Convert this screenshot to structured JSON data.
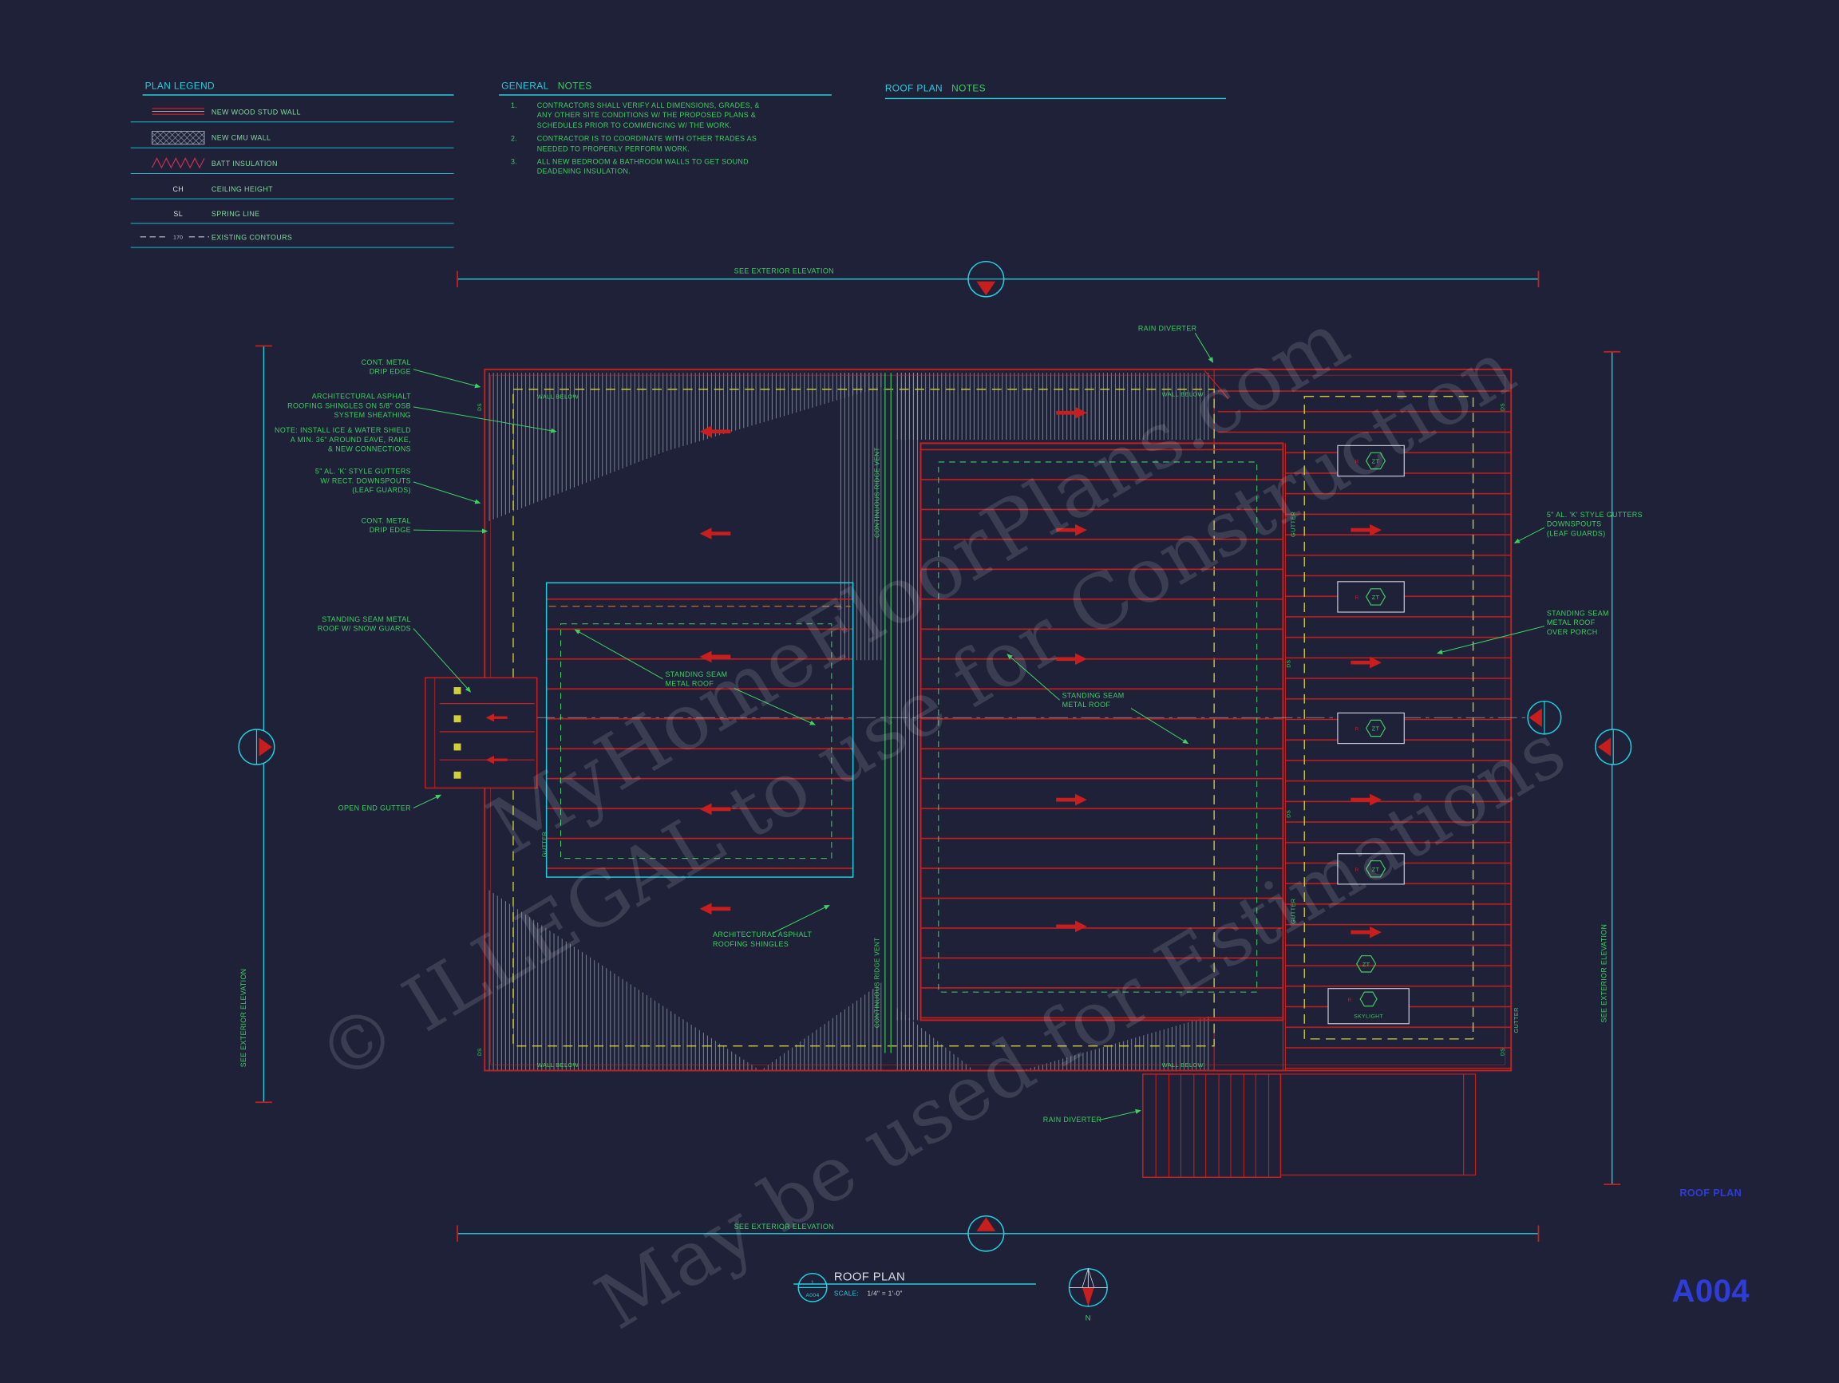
{
  "colors": {
    "background": "#1e2137",
    "cyan": "#22cfe0",
    "green": "#3ecf63",
    "red": "#c81e1e",
    "yellow": "#d3cf3a",
    "hatch": "#9aa3b4",
    "sheet_blue": "#2e3cd8",
    "white": "#d8dce8"
  },
  "legend": {
    "title": "PLAN LEGEND",
    "items": [
      {
        "label": "NEW WOOD STUD WALL"
      },
      {
        "label": "NEW CMU WALL"
      },
      {
        "label": "BATT INSULATION"
      },
      {
        "key": "CH",
        "label": "CEILING HEIGHT"
      },
      {
        "key": "SL",
        "label": "SPRING LINE"
      },
      {
        "key": "170",
        "label": "EXISTING CONTOURS"
      }
    ]
  },
  "general_notes": {
    "title_main": "GENERAL",
    "title_accent": "NOTES",
    "items": [
      {
        "n": "1.",
        "text": "CONTRACTORS SHALL VERIFY ALL DIMENSIONS, GRADES, & ANY OTHER SITE CONDITIONS W/ THE PROPOSED PLANS & SCHEDULES PRIOR TO COMMENCING W/ THE WORK."
      },
      {
        "n": "2.",
        "text": "CONTRACTOR IS TO COORDINATE WITH OTHER TRADES AS NEEDED TO PROPERLY PERFORM WORK."
      },
      {
        "n": "3.",
        "text": "ALL NEW BEDROOM & BATHROOM WALLS TO GET SOUND DEADENING INSULATION."
      }
    ]
  },
  "roof_plan_notes": {
    "title_main": "ROOF PLAN",
    "title_accent": "NOTES"
  },
  "ann": {
    "see_exterior_elevation": "SEE EXTERIOR ELEVATION",
    "cont_metal_1": "CONT. METAL",
    "cont_metal_2": "DRIP EDGE",
    "arch_shingles_1": "ARCHITECTURAL ASPHALT",
    "arch_shingles_2": "ROOFING SHINGLES ON 5/8\" OSB",
    "arch_shingles_3": "SYSTEM SHEATHING",
    "ice_note_1": "NOTE: INSTALL ICE & WATER SHIELD",
    "ice_note_2": "A MIN. 36\" AROUND EAVE, RAKE,",
    "ice_note_3": "& NEW CONNECTIONS",
    "gutters_left_1": "5\" AL. 'K' STYLE GUTTERS",
    "gutters_left_2": "W/ RECT. DOWNSPOUTS",
    "gutters_left_3": "(LEAF GUARDS)",
    "ssm_snow_1": "STANDING SEAM METAL",
    "ssm_snow_2": "ROOF W/ SNOW GUARDS",
    "open_end_gutter": "OPEN END GUTTER",
    "ssm_1": "STANDING SEAM",
    "ssm_2": "METAL ROOF",
    "asphalt_1": "ARCHITECTURAL ASPHALT",
    "asphalt_2": "ROOFING SHINGLES",
    "ridge_vent": "CONTINUOUS RIDGE VENT",
    "rain_diverter": "RAIN DIVERTER",
    "wall_below": "WALL BELOW",
    "skylight": "SKYLIGHT",
    "gutter": "GUTTER",
    "ds": "DS",
    "zt": "ZT",
    "r_mark": "R",
    "gutters_right_1": "5\" AL. 'K' STYLE GUTTERS",
    "gutters_right_2": "DOWNSPOUTS",
    "gutters_right_3": "(LEAF GUARDS)",
    "porch_1": "STANDING SEAM",
    "porch_2": "METAL ROOF",
    "porch_3": "OVER PORCH"
  },
  "title_block": {
    "bubble_number": "1",
    "bubble_sheet": "A004",
    "title": "ROOF PLAN",
    "scale_label": "SCALE:",
    "scale_value": "1/4\" = 1'-0\"",
    "north": "N"
  },
  "sheet": {
    "name": "ROOF PLAN",
    "number": "A004"
  },
  "watermark": {
    "line1": "MyHomeFloorPlans.com",
    "line2": "© ILLEGAL to use for Construction",
    "line3": "May be used for Estimations"
  }
}
